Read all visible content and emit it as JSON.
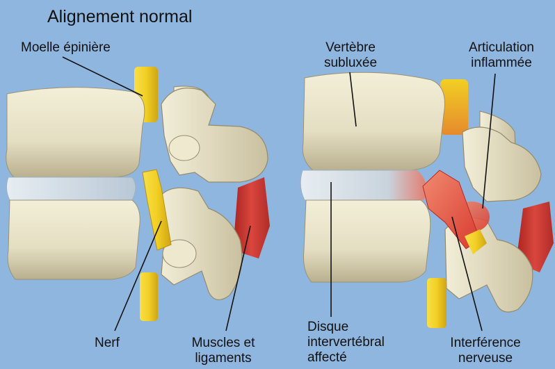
{
  "title": "Alignement normal",
  "labels": {
    "spinal_cord": "Moelle épinière",
    "subluxated_vertebra_1": "Vertèbre",
    "subluxated_vertebra_2": "subluxée",
    "inflamed_joint_1": "Articulation",
    "inflamed_joint_2": "inflammée",
    "nerve": "Nerf",
    "muscles_1": "Muscles et",
    "muscles_2": "ligaments",
    "disc_1": "Disque",
    "disc_2": "intervertébral",
    "disc_3": "affecté",
    "interference_1": "Interférence",
    "interference_2": "nerveuse"
  },
  "colors": {
    "background": "#8fb6df",
    "bone": "#e6e1c6",
    "disc": "#cfd9e3",
    "nerve": "#f2cf24",
    "inflamed": "#e0453a",
    "muscle": "#cf3a35"
  }
}
